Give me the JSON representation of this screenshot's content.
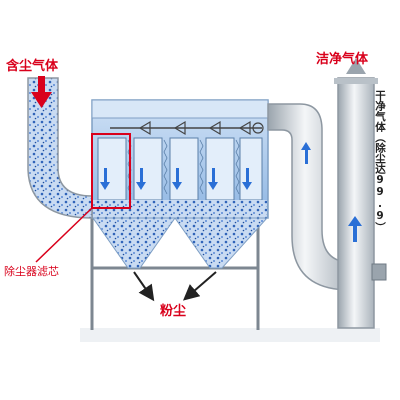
{
  "labels": {
    "dusty_gas": "含尘气体",
    "clean_gas": "洁净气体",
    "filter_element": "除尘器滤芯",
    "dust": "粉尘",
    "dry_clean_gas": "干净气体（除尘达99.9）"
  },
  "colors": {
    "label_red": "#d9001b",
    "flow_arrow": "#2a6fd6",
    "pipe_gray": "#cfd6dc",
    "housing_blue": "#a9c8ea",
    "dust_blue": "#3d72c8"
  }
}
